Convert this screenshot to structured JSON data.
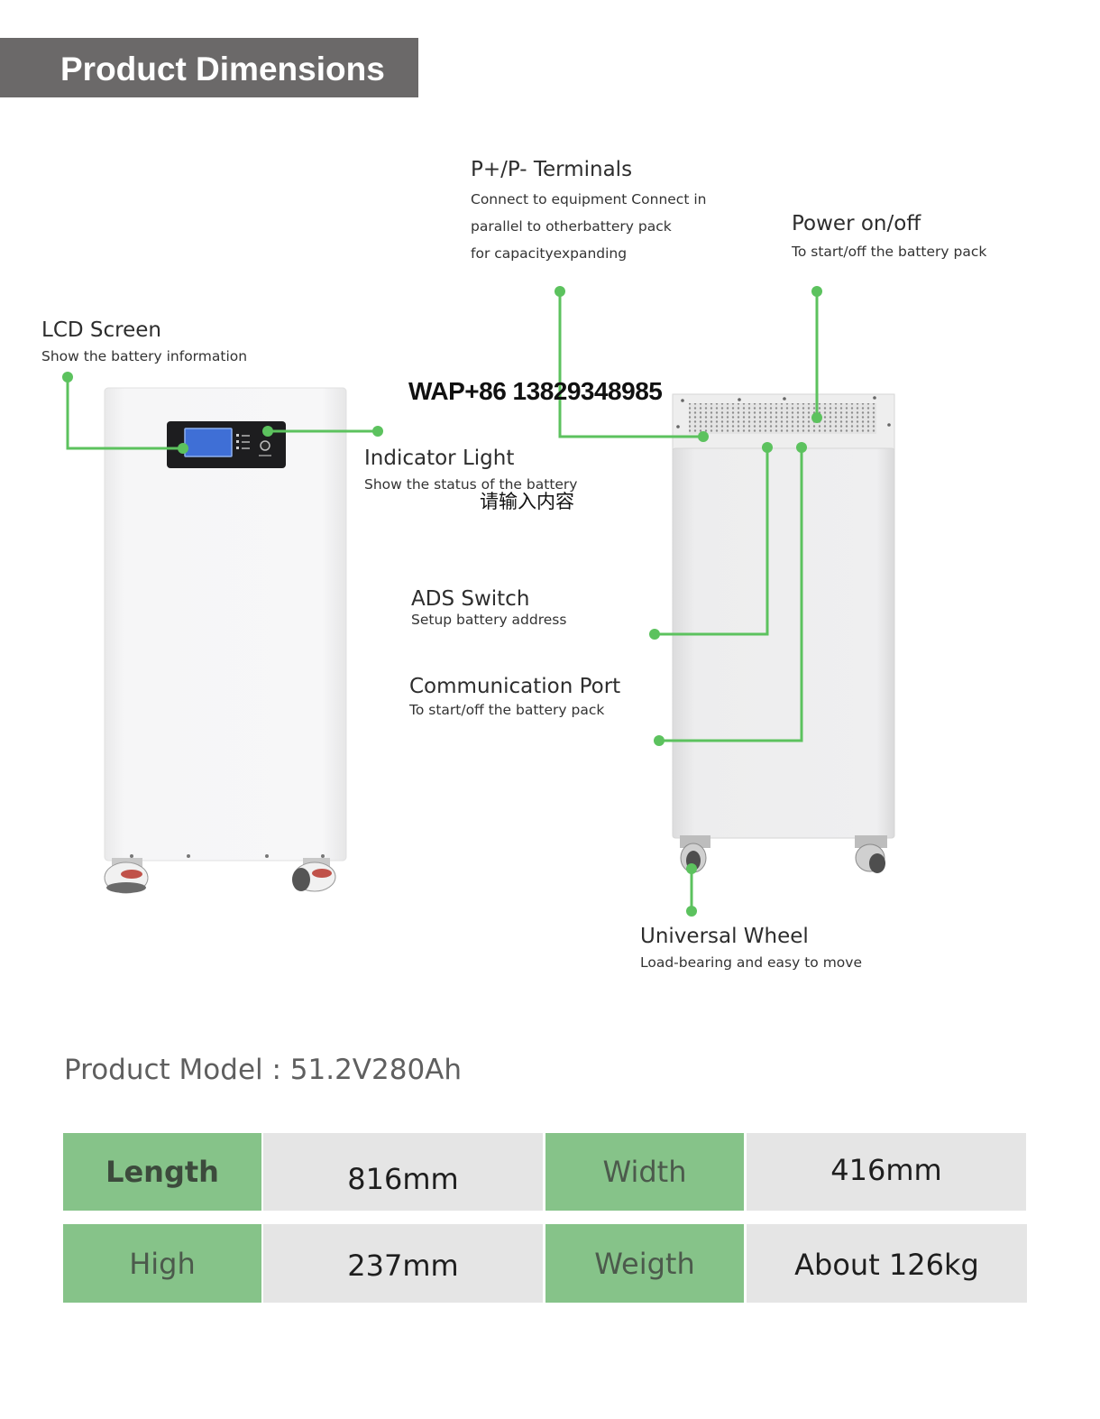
{
  "header": {
    "title": "Product Dimensions"
  },
  "callouts": {
    "terminals": {
      "title": "P+/P- Terminals",
      "desc": [
        "Connect to equipment Connect in",
        "parallel to otherbattery pack",
        "for capacityexpanding"
      ]
    },
    "power": {
      "title": "Power on/off",
      "desc": "To start/off the battery pack"
    },
    "lcd": {
      "title": "LCD Screen",
      "desc": "Show the battery information"
    },
    "indicator": {
      "title": "Indicator Light",
      "desc": "Show the status of the battery"
    },
    "ads": {
      "title": "ADS Switch",
      "desc": "Setup battery address"
    },
    "comm": {
      "title": "Communication Port",
      "desc": "To start/off the battery pack"
    },
    "wheel": {
      "title": "Universal Wheel",
      "desc": "Load-bearing and easy to move"
    }
  },
  "watermark": "WAP+86 13829348985",
  "overlay_text": "请输入内容",
  "model": {
    "text": "Product Model : 51.2V280Ah"
  },
  "specs": {
    "rows": [
      [
        {
          "label": "Length",
          "value": "816mm"
        },
        {
          "label": "Width",
          "value": "416mm"
        }
      ],
      [
        {
          "label": "High",
          "value": "237mm"
        },
        {
          "label": "Weigth",
          "value": "About 126kg"
        }
      ]
    ]
  },
  "colors": {
    "accent": "#86c389",
    "leader_line": "#5cc25e",
    "header_bg": "#6b6969"
  }
}
